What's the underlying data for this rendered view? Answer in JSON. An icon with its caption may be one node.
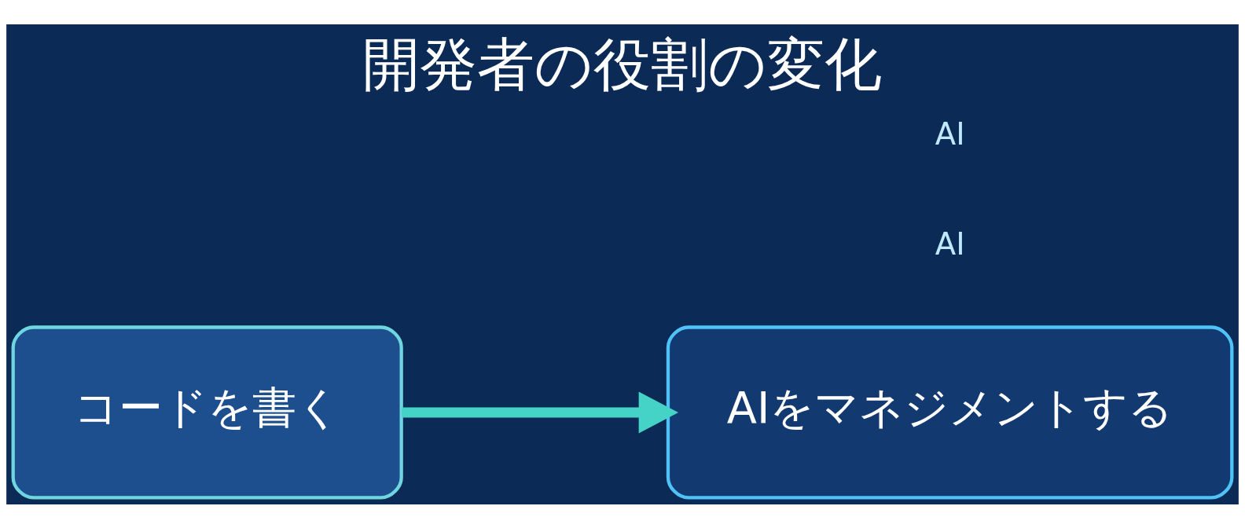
{
  "diagram": {
    "title": "開発者の役割の変化",
    "nodes": [
      {
        "text": [
          "コードを書く"
        ]
      },
      {
        "text": [
          "AIをマネジメントする"
        ]
      }
    ],
    "edges": [
      {
        "from": 0,
        "to": 1,
        "arrow": "to"
      }
    ],
    "labels": [
      "AI",
      "AI"
    ]
  }
}
